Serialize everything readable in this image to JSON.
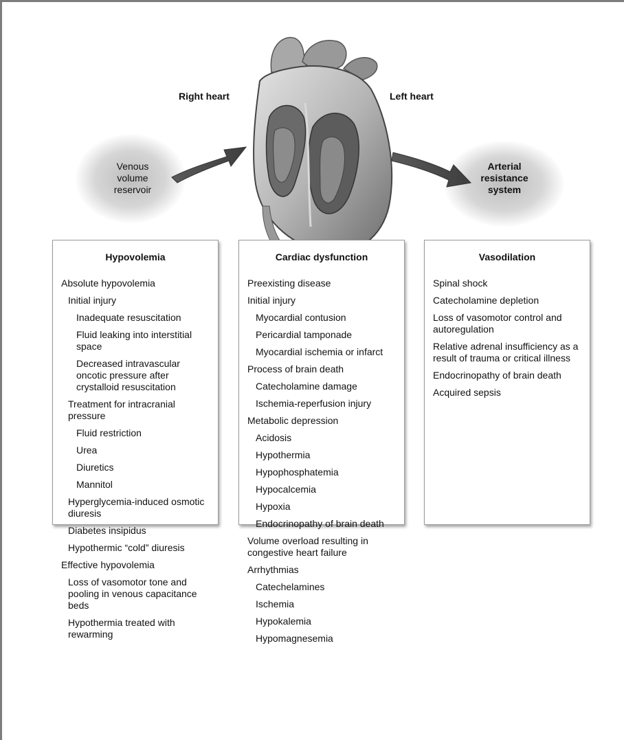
{
  "top": {
    "right_heart": "Right heart",
    "left_heart": "Left heart",
    "venous": "Venous volume reservoir",
    "arterial": "Arterial resistance system"
  },
  "panels": [
    {
      "title": "Hypovolemia",
      "items": [
        {
          "level": 0,
          "text": "Absolute hypovolemia"
        },
        {
          "level": 1,
          "text": "Initial injury"
        },
        {
          "level": 2,
          "text": "Inadequate resuscitation"
        },
        {
          "level": 2,
          "text": "Fluid leaking into interstitial space"
        },
        {
          "level": 2,
          "text": "Decreased intravascular oncotic pressure after crystalloid resuscitation"
        },
        {
          "level": 1,
          "text": "Treatment for intracranial pressure"
        },
        {
          "level": 2,
          "text": "Fluid restriction"
        },
        {
          "level": 2,
          "text": "Urea"
        },
        {
          "level": 2,
          "text": "Diuretics"
        },
        {
          "level": 2,
          "text": "Mannitol"
        },
        {
          "level": 1,
          "text": "Hyperglycemia-induced osmotic diuresis"
        },
        {
          "level": 1,
          "text": "Diabetes insipidus"
        },
        {
          "level": 1,
          "text": "Hypothermic “cold” diuresis"
        },
        {
          "level": 0,
          "text": "Effective hypovolemia"
        },
        {
          "level": 1,
          "text": "Loss of vasomotor tone and pooling in venous capacitance beds"
        },
        {
          "level": 1,
          "text": "Hypothermia treated with rewarming"
        }
      ]
    },
    {
      "title": "Cardiac dysfunction",
      "items": [
        {
          "level": 0,
          "text": "Preexisting disease"
        },
        {
          "level": 0,
          "text": "Initial injury"
        },
        {
          "level": 1,
          "text": "Myocardial contusion"
        },
        {
          "level": 1,
          "text": "Pericardial tamponade"
        },
        {
          "level": 1,
          "text": "Myocardial ischemia or infarct"
        },
        {
          "level": 0,
          "text": "Process of brain death"
        },
        {
          "level": 1,
          "text": "Catecholamine damage"
        },
        {
          "level": 1,
          "text": "Ischemia-reperfusion injury"
        },
        {
          "level": 0,
          "text": "Metabolic depression"
        },
        {
          "level": 1,
          "text": "Acidosis"
        },
        {
          "level": 1,
          "text": "Hypothermia"
        },
        {
          "level": 1,
          "text": "Hypophosphatemia"
        },
        {
          "level": 1,
          "text": "Hypocalcemia"
        },
        {
          "level": 1,
          "text": "Hypoxia"
        },
        {
          "level": 1,
          "text": "Endocrinopathy of brain death"
        },
        {
          "level": 0,
          "text": "Volume overload resulting in congestive heart failure"
        },
        {
          "level": 0,
          "text": "Arrhythmias"
        },
        {
          "level": 1,
          "text": "Catechelamines"
        },
        {
          "level": 1,
          "text": "Ischemia"
        },
        {
          "level": 1,
          "text": "Hypokalemia"
        },
        {
          "level": 1,
          "text": "Hypomagnesemia"
        }
      ]
    },
    {
      "title": "Vasodilation",
      "items": [
        {
          "level": 0,
          "text": "Spinal shock"
        },
        {
          "level": 0,
          "text": "Catecholamine depletion"
        },
        {
          "level": 0,
          "text": "Loss of vasomotor control and autoregulation"
        },
        {
          "level": 0,
          "text": "Relative adrenal insufficiency as a result of trauma or critical illness"
        },
        {
          "level": 0,
          "text": "Endocrinopathy of brain death"
        },
        {
          "level": 0,
          "text": "Acquired sepsis"
        }
      ]
    }
  ]
}
